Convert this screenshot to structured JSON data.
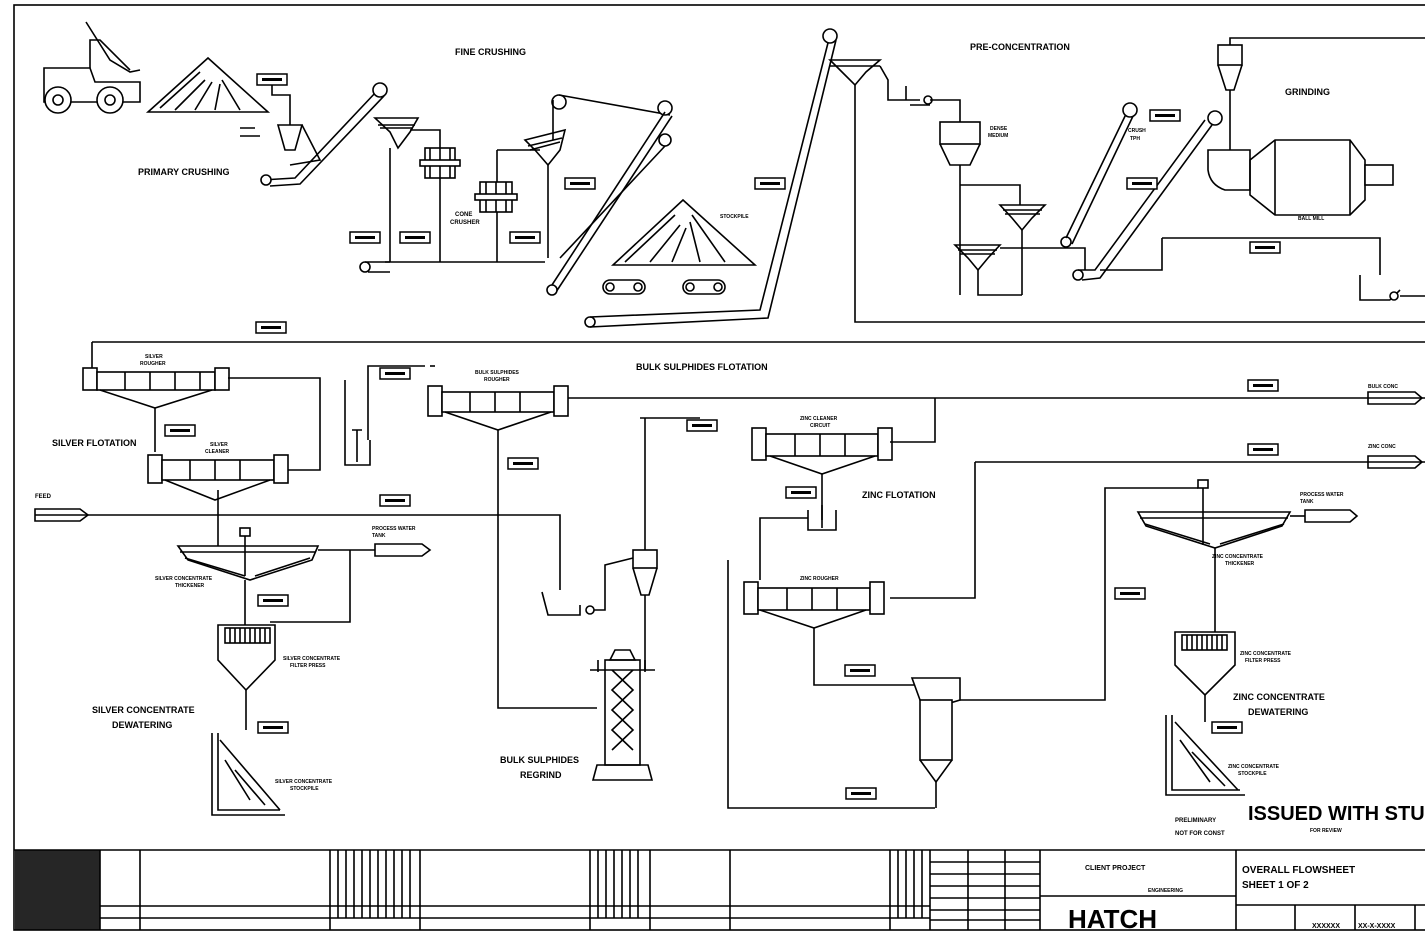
{
  "labels": {
    "primary_crushing": "PRIMARY CRUSHING",
    "fine_crushing": "FINE CRUSHING",
    "pre_concentration": "PRE-CONCENTRATION",
    "grinding": "GRINDING",
    "bulk_sulphides_flotation": "BULK SULPHIDES FLOTATION",
    "silver_flotation": "SILVER FLOTATION",
    "zinc_flotation": "ZINC FLOTATION",
    "silver_concentrate_dewatering": "SILVER CONCENTRATE\nDEWATERING",
    "bulk_sulphides_regrind": "BULK SULPHIDES\nREGRIND",
    "zinc_concentrate_dewatering": "ZINC CONCENTRATE\nDEWATERING",
    "issued_with_study": "ISSUED WITH STUDY"
  },
  "title_block": {
    "title_line1": "OVERALL FLOWSHEET",
    "title_line2": "SHEET 1 OF 2",
    "company": "HATCH"
  }
}
